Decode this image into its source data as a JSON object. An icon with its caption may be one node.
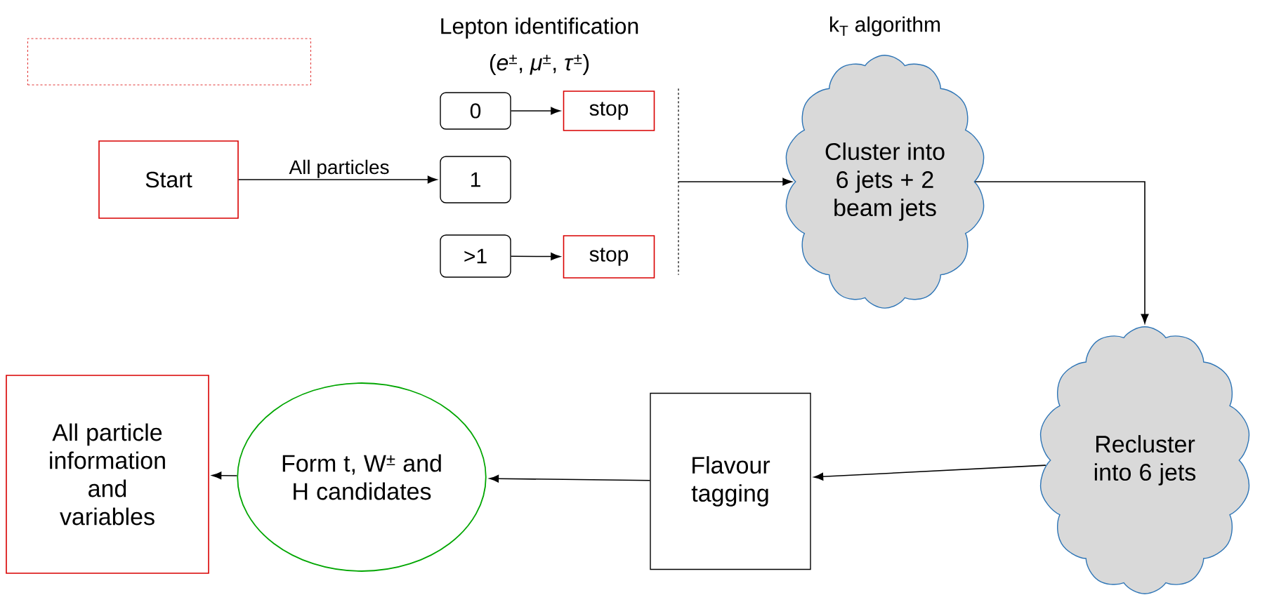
{
  "diagram": {
    "nodes": [
      {
        "text": [],
        "shape": "box"
      },
      {
        "text": [
          "Start"
        ]
      },
      {
        "text": [
          "0"
        ]
      },
      {
        "text": [
          "stop"
        ]
      },
      {
        "text": [
          "1"
        ]
      },
      {
        "text": [
          ">1"
        ]
      },
      {
        "text": [
          "stop"
        ]
      },
      {
        "text": [],
        "shape": "bar"
      },
      {
        "text": [
          "Cluster into 6 jets + 2 beam jets"
        ],
        "beside": [
          "k$_{T}$ algorithm"
        ]
      },
      {
        "text": [
          "Recluster into 6 jets"
        ]
      },
      {
        "text": [
          "Flavour tagging"
        ]
      },
      {
        "text": [
          "Form t, W$^{±}$ and H candidates"
        ]
      },
      {
        "text": [
          "All particle information and variables"
        ]
      }
    ],
    "edges": [
      {
        "from": 1,
        "to": 4,
        "arrow": "to",
        "label": "All particles"
      },
      {
        "from": 2,
        "to": 3,
        "arrow": "to"
      },
      {
        "from": 5,
        "to": 6,
        "arrow": "to"
      },
      {
        "from": 7,
        "to": 8,
        "arrow": "to"
      },
      {
        "from": 8,
        "to": 9,
        "arrow": "to"
      },
      {
        "from": 9,
        "to": 10,
        "arrow": "to"
      },
      {
        "from": 10,
        "to": 11,
        "arrow": "to"
      },
      {
        "from": 11,
        "to": 12,
        "arrow": "to"
      }
    ],
    "labels": [
      "Lepton identification",
      "(*e*$^{±}$, *μ*$^{±}$, *τ*$^{±}$)"
    ]
  }
}
